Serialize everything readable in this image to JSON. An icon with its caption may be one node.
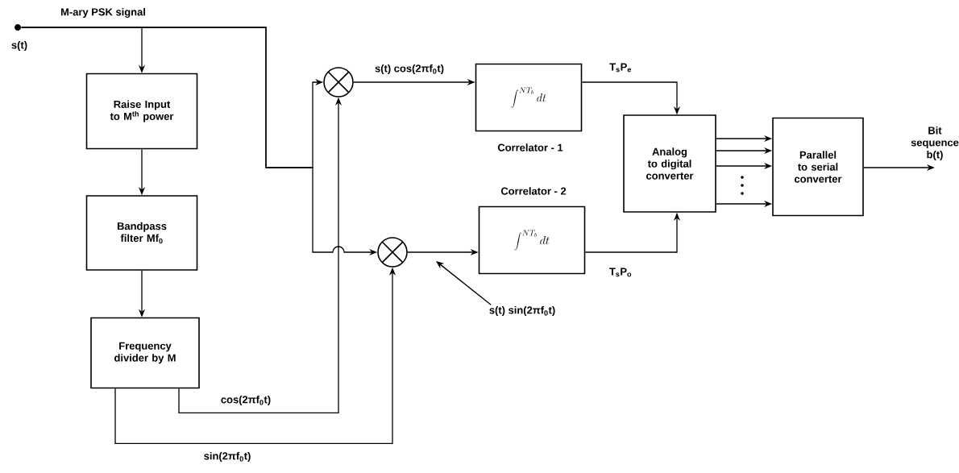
{
  "diagram": {
    "nodes": [
      {
        "text": [],
        "shape": "circle",
        "beside": [
          "s(t)"
        ]
      },
      {
        "text": [
          "Raise Input to M$^{th}$ power"
        ]
      },
      {
        "text": [
          "Bandpass filter Mf$_{0}$"
        ]
      },
      {
        "text": [
          "Frequency divider by M"
        ]
      },
      {
        "text": [],
        "shape": "circle"
      },
      {
        "text": [],
        "shape": "circle"
      },
      {
        "text": [
          "\\int^{NT_b} dt"
        ],
        "beside": [
          "Correlator - 1"
        ]
      },
      {
        "text": [
          "\\int^{NT_b} dt"
        ],
        "beside": [
          "Correlator - 2"
        ]
      },
      {
        "text": [
          "Analog to digital converter"
        ]
      },
      {
        "text": [
          "Parallel to serial converter"
        ]
      },
      {
        "text": [
          "s(t) sin(2πf$_{0}$t)"
        ]
      },
      {
        "text": [
          "Bit sequence b(t)"
        ]
      }
    ],
    "edges": [
      {
        "from": 0,
        "to": 1,
        "arrow": "to"
      },
      {
        "from": 0,
        "to": 4,
        "arrow": "to"
      },
      {
        "from": 0,
        "to": 5,
        "arrow": "to"
      },
      {
        "from": 1,
        "to": 2,
        "arrow": "to"
      },
      {
        "from": 2,
        "to": 3,
        "arrow": "to"
      },
      {
        "from": 3,
        "to": 4,
        "arrow": "to",
        "label": "cos(2πf$_{0}$t)"
      },
      {
        "from": 3,
        "to": 5,
        "arrow": "to",
        "label": "sin(2πf$_{0}$t)"
      },
      {
        "from": 4,
        "to": 6,
        "arrow": "to",
        "label": "s(t) cos(2πf$_{0}$t)"
      },
      {
        "from": 5,
        "to": 7,
        "arrow": "to"
      },
      {
        "from": 6,
        "to": 8,
        "arrow": "to",
        "label": "T$_{s}$P$_{e}$"
      },
      {
        "from": 7,
        "to": 8,
        "arrow": "to",
        "label": "T$_{s}$P$_{o}$"
      },
      {
        "from": 8,
        "to": 9,
        "arrow": "to"
      },
      {
        "from": 8,
        "to": 9,
        "arrow": "to"
      },
      {
        "from": 8,
        "to": 9,
        "arrow": "to"
      },
      {
        "from": 8,
        "to": 9,
        "arrow": "to"
      },
      {
        "from": 9,
        "to": 11,
        "arrow": "to"
      },
      {
        "from": 10,
        "to": null,
        "arrow": "to"
      }
    ],
    "labels": [
      "M-ary PSK signal"
    ]
  }
}
